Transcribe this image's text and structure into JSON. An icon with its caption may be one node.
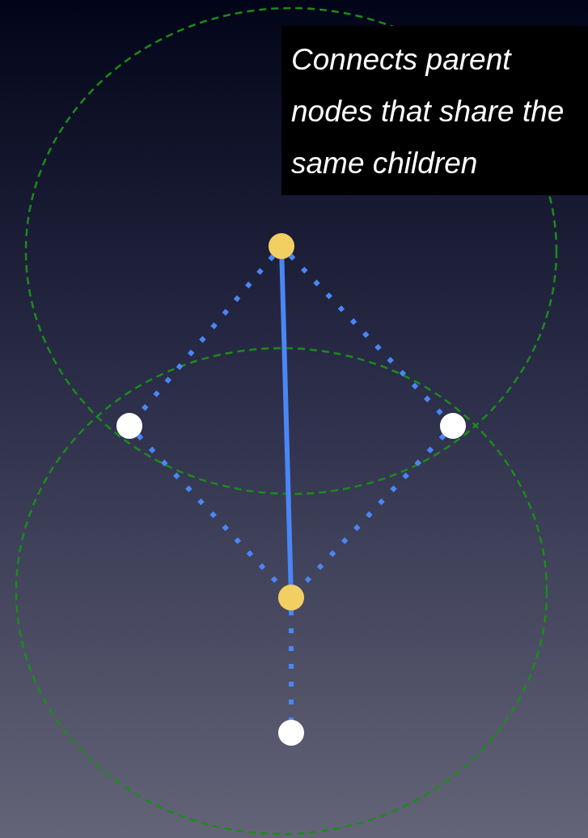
{
  "diagram": {
    "nodes": [
      {
        "text": [],
        "shape": "circle"
      },
      {
        "text": [],
        "shape": "circle"
      },
      {
        "text": [],
        "shape": "circle"
      },
      {
        "text": [],
        "shape": "circle"
      },
      {
        "text": [],
        "shape": "circle"
      }
    ],
    "edges": [
      {
        "from": 0,
        "to": 3,
        "arrow": "none"
      },
      {
        "from": 0,
        "to": 1,
        "arrow": "none",
        "style": "dashed"
      },
      {
        "from": 0,
        "to": 2,
        "arrow": "none",
        "style": "dashed"
      },
      {
        "from": 1,
        "to": 3,
        "arrow": "none",
        "style": "dashed"
      },
      {
        "from": 2,
        "to": 3,
        "arrow": "none",
        "style": "dashed"
      },
      {
        "from": 3,
        "to": 4,
        "arrow": "none",
        "style": "dashed"
      }
    ],
    "labels": [
      "Connects parent nodes that share the same children"
    ]
  }
}
